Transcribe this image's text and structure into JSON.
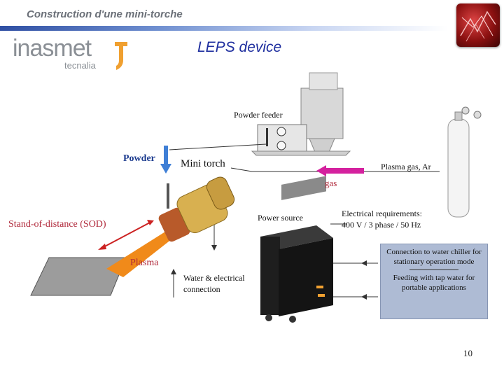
{
  "header": {
    "title": "Construction d'une mini-torche"
  },
  "logo": {
    "name": "inasmet",
    "sub": "tecnalia"
  },
  "slide": {
    "subtitle": "LEPS device",
    "page_number": "10"
  },
  "labels": {
    "powder_feeder": "Powder feeder",
    "powder": "Powder",
    "mini_torch": "Mini torch",
    "plasma_gas": "Plasma gas, Ar",
    "gas": "gas",
    "sod": "Stand-of-distance (SOD)",
    "power_source": "Power source",
    "electrical_req_line1": "Electrical requirements:",
    "electrical_req_line2": "400 V / 3 phase / 50 Hz",
    "plasma": "Plasma",
    "water_line1": "Water & electrical",
    "water_line2": "connection"
  },
  "info_box": {
    "text1": "Connection to water chiller for stationary operation mode",
    "text2": "Feeding with tap water for portable applications"
  },
  "colors": {
    "title_blue": "#1f2f9f",
    "accent_red": "#b0283a",
    "label_blue": "#1d3c8f",
    "box_fill": "#aebbd4"
  }
}
